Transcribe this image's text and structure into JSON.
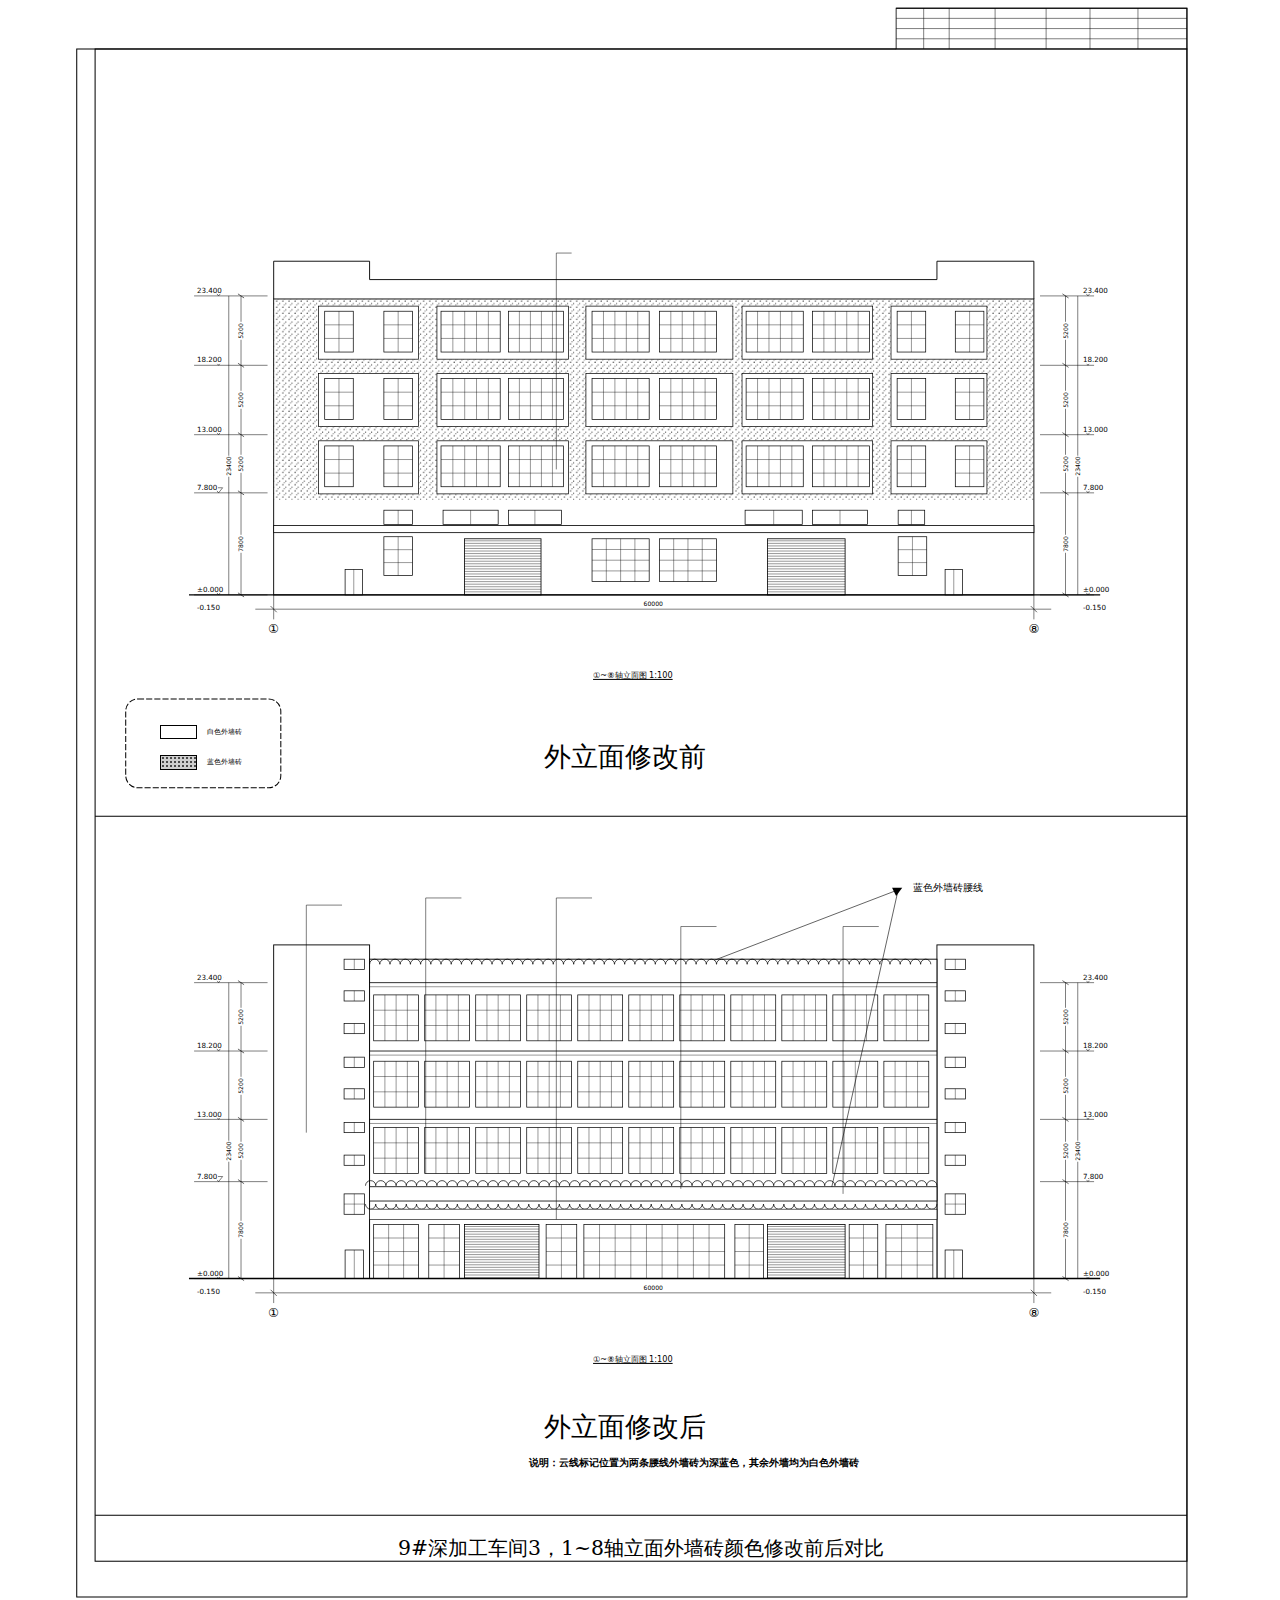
{
  "diagram": {
    "title": "9#深加工车间3，1~8轴立面外墙砖颜色修改前后对比",
    "labels": [
      "23.400",
      "18.200",
      "13.000",
      "7.800",
      "±0.000",
      "-0.150",
      "23.400",
      "18.200",
      "13.000",
      "7.800",
      "±0.000",
      "-0.150",
      "5200",
      "5200",
      "5200",
      "7800",
      "23400",
      "5200",
      "5200",
      "5200",
      "7800",
      "23400",
      "60000",
      "①",
      "⑧",
      "①~⑧轴立面图 1:100",
      "23.400",
      "18.200",
      "13.000",
      "7.800",
      "±0.000",
      "-0.150",
      "23.400",
      "18.200",
      "13.000",
      "7.800",
      "±0.000",
      "-0.150",
      "5200",
      "5200",
      "5200",
      "7800",
      "23400",
      "5200",
      "5200",
      "5200",
      "7800",
      "23400",
      "60000",
      "①",
      "⑧",
      "①~⑧轴立面图 1:100",
      "蓝色外墙砖腰线",
      "外立面修改前",
      "外立面修改后",
      "说明：云线标记位置为两条腰线外墙砖为深蓝色，其余外墙均为白色外墙砖"
    ],
    "legend": [
      {
        "text": "白色外墙砖",
        "color": "#ffffff"
      },
      {
        "text": "蓝色外墙砖",
        "color": "#cfcfcf"
      }
    ]
  }
}
